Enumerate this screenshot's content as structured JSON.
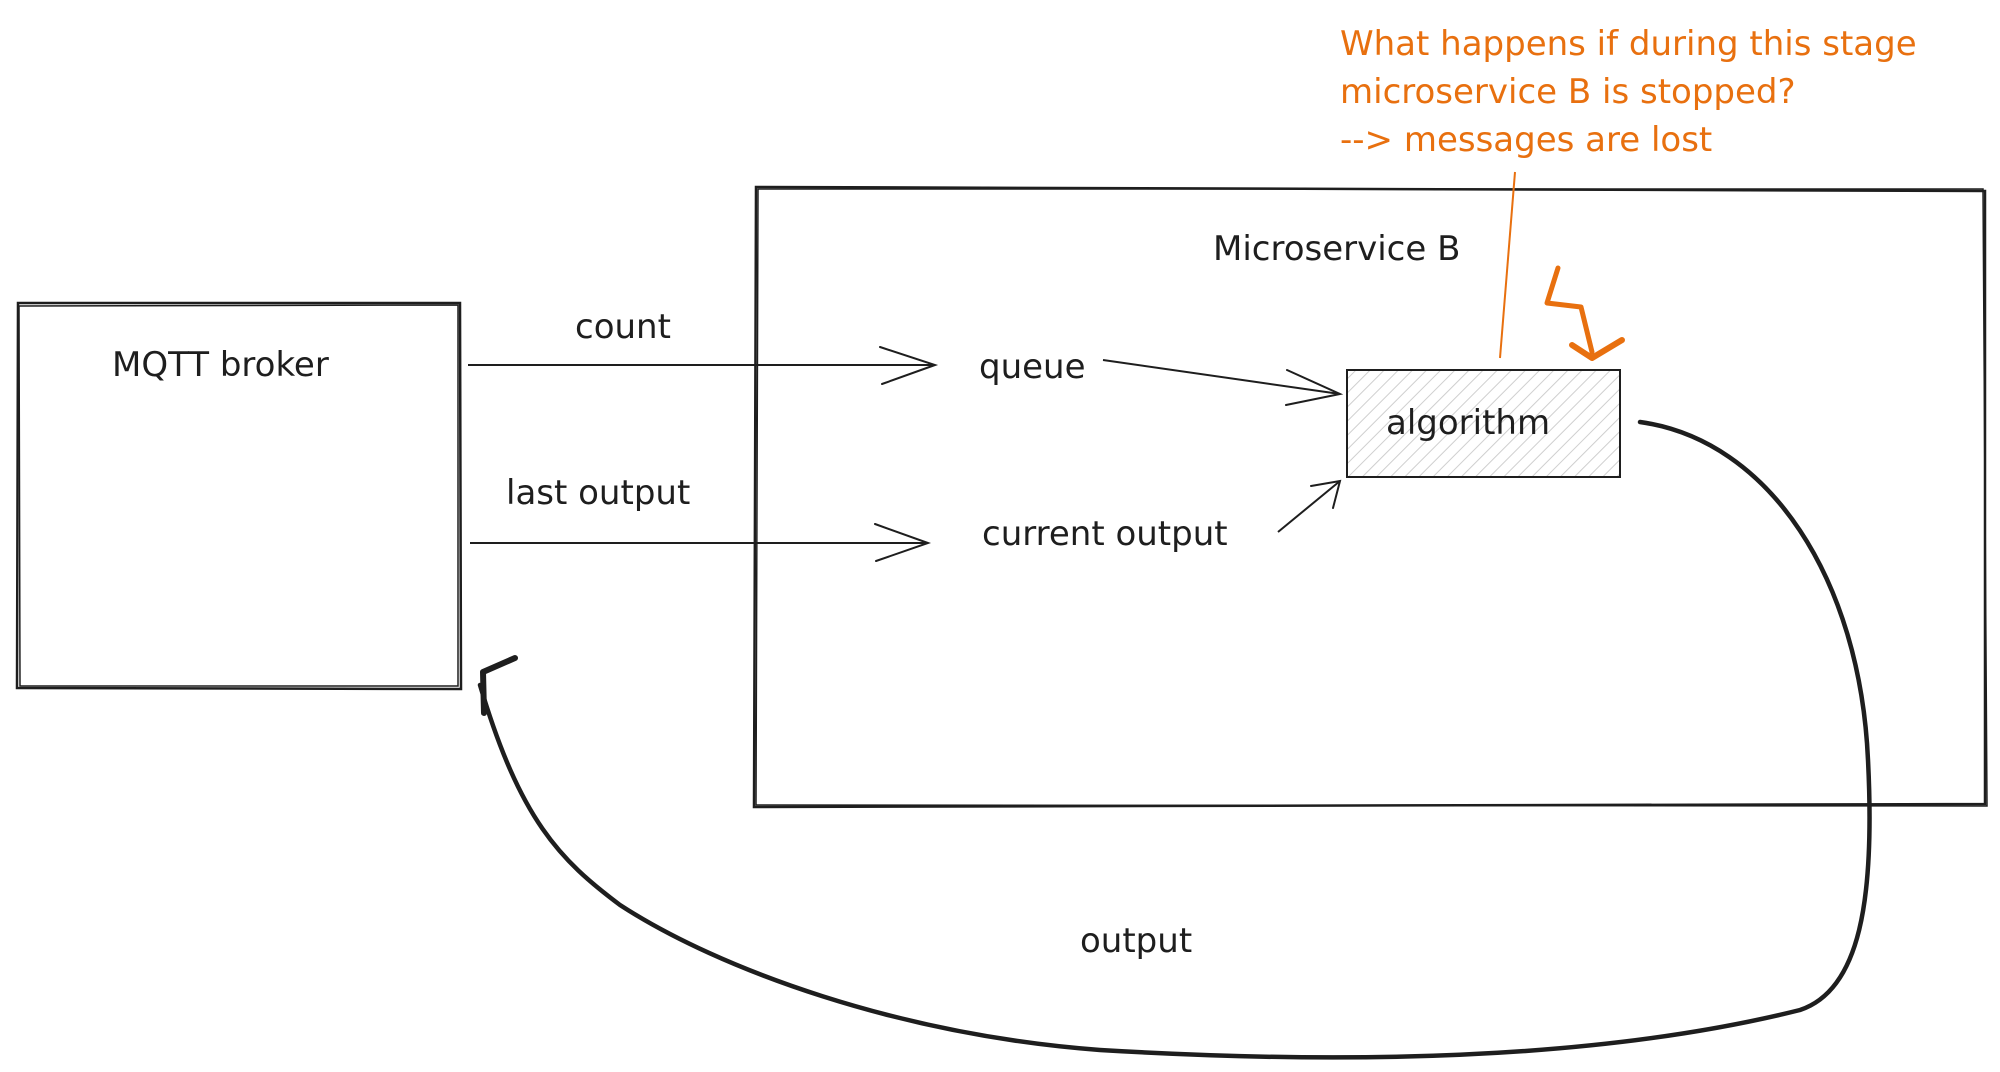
{
  "nodes": {
    "mqtt_broker": "MQTT broker",
    "microservice_b": "Microservice B",
    "algorithm": "algorithm",
    "queue": "queue",
    "current_output": "current output"
  },
  "edges": {
    "count": "count",
    "last_output": "last output",
    "output": "output"
  },
  "annotation": {
    "line1": "What happens if during this stage",
    "line2": "microservice B is stopped?",
    "line3": "--> messages are lost",
    "color": "#e8700f"
  },
  "colors": {
    "stroke": "#1e1e1e",
    "accent": "#e8700f"
  },
  "icons": {
    "failure": "lightning-bolt-icon"
  }
}
